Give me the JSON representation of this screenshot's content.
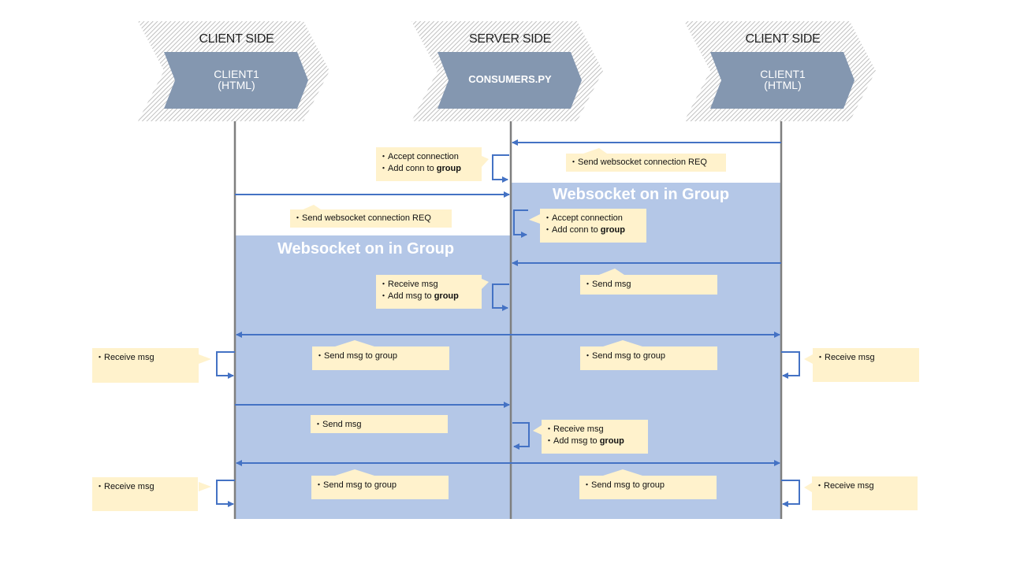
{
  "headers": [
    {
      "title": "CLIENT SIDE",
      "inner_line1": "CLIENT1",
      "inner_line2": "(HTML)"
    },
    {
      "title": "SERVER SIDE",
      "inner_line1": "CONSUMERS.PY",
      "inner_line2": ""
    },
    {
      "title": "CLIENT SIDE",
      "inner_line1": "CLIENT1",
      "inner_line2": "(HTML)"
    }
  ],
  "groups": {
    "right_title": "Websocket on in Group",
    "left_title": "Websocket on in Group"
  },
  "notes": {
    "accept1": {
      "line1": "Accept connection",
      "line2_prefix": "Add conn to ",
      "line2_bold": "group"
    },
    "req_right": {
      "line1": "Send websocket connection REQ"
    },
    "req_left": {
      "line1": "Send websocket connection REQ"
    },
    "accept2": {
      "line1": "Accept connection",
      "line2_prefix": "Add conn to ",
      "line2_bold": "group"
    },
    "receive1": {
      "line1": "Receive msg",
      "line2_prefix": "Add msg to ",
      "line2_bold": "group"
    },
    "send_right1": {
      "line1": "Send msg"
    },
    "receive_left1": {
      "line1": "Receive msg"
    },
    "sendgrp_left1": {
      "line1": "Send msg to group"
    },
    "sendgrp_right1": {
      "line1": "Send msg to group"
    },
    "receive_right1": {
      "line1": "Receive msg"
    },
    "send_left2": {
      "line1": "Send msg"
    },
    "receive2": {
      "line1": "Receive msg",
      "line2_prefix": "Add msg to ",
      "line2_bold": "group"
    },
    "receive_left2": {
      "line1": "Receive msg"
    },
    "sendgrp_left2": {
      "line1": "Send msg to group"
    },
    "sendgrp_right2": {
      "line1": "Send msg to group"
    },
    "receive_right2": {
      "line1": "Receive msg"
    }
  },
  "colors": {
    "chevron_fill": "#8497b0",
    "group_fill": "#b4c7e7",
    "note_fill": "#fff2cc",
    "arrow": "#4472c4",
    "lifeline": "#7f7f7f"
  }
}
